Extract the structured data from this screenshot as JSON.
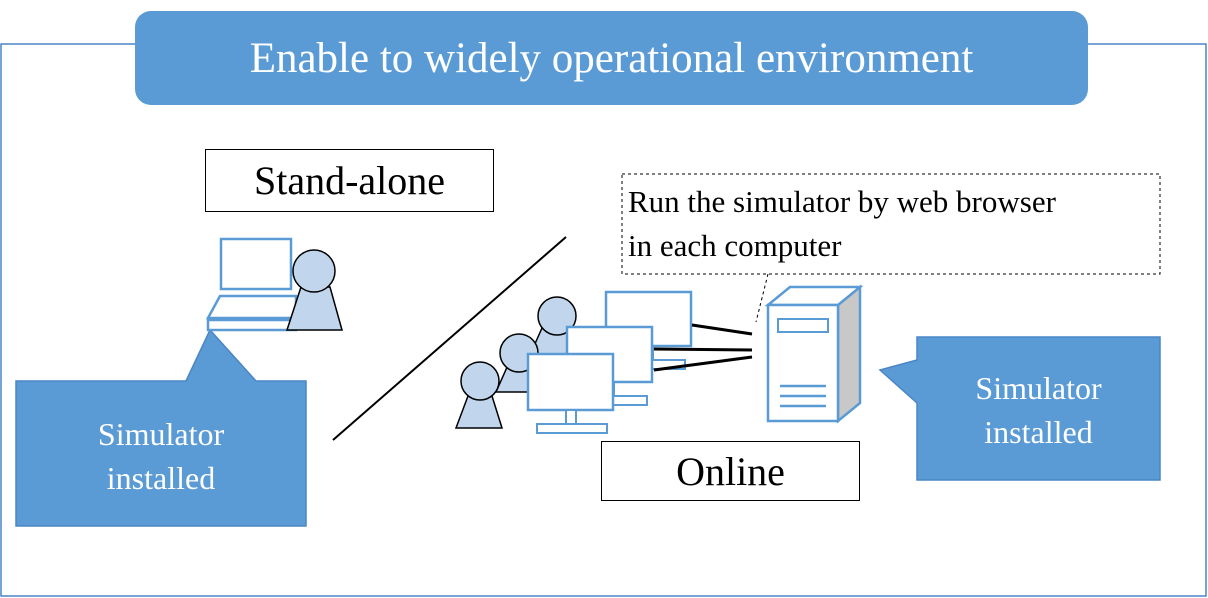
{
  "title": "Enable to widely operational environment",
  "modes": {
    "standalone": "Stand-alone",
    "online": "Online"
  },
  "note": {
    "line1": "Run the simulator by web browser",
    "line2": "in each computer"
  },
  "callouts": {
    "left": {
      "line1": "Simulator",
      "line2": "installed"
    },
    "right": {
      "line1": "Simulator",
      "line2": "installed"
    }
  },
  "colors": {
    "accent": "#5b9bd5",
    "person_fill": "#c1d6ed",
    "outline": "#4a86c5",
    "server_side": "#c8c8c8"
  },
  "icons": [
    "laptop-icon",
    "person-icon",
    "desktop-computer-icon",
    "server-icon"
  ]
}
